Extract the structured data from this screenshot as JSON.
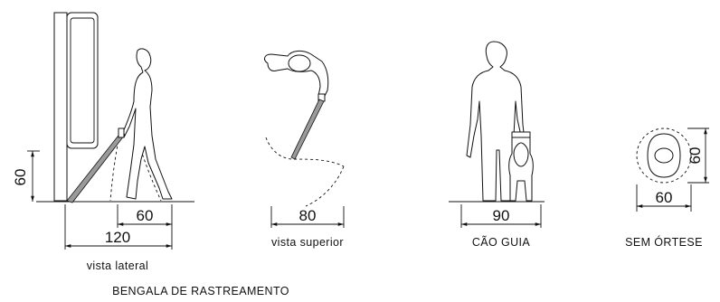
{
  "labels": {
    "lateral_height": "60",
    "lateral_small_width": "60",
    "lateral_total_width": "120",
    "lateral_caption": "vista lateral",
    "superior_width": "80",
    "superior_caption": "vista superior",
    "guia_width": "90",
    "guia_caption": "CÃO GUIA",
    "ortese_height": "60",
    "ortese_width": "60",
    "ortese_caption": "SEM ÓRTESE",
    "main_caption": "BENGALA DE RASTREAMENTO"
  }
}
